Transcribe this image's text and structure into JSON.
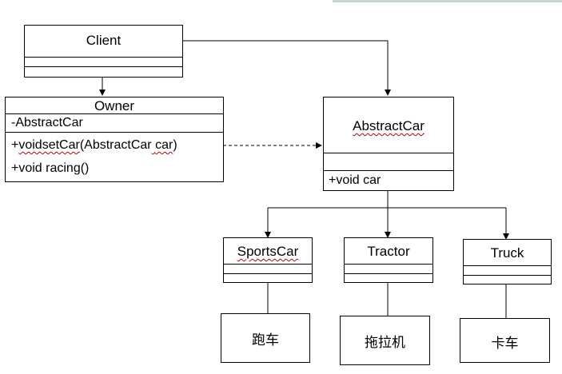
{
  "classes": {
    "client": {
      "name": "Client"
    },
    "owner": {
      "name": "Owner",
      "attribute": "-AbstractCar",
      "method1_prefix": "+",
      "method1_word": "voidsetCar",
      "method1_mid": "(AbstractCar",
      "method1_gap": " ",
      "method1_arg": "car",
      "method1_end": ")",
      "method2": "+void racing()"
    },
    "abstract_car": {
      "name": "AbstractCar",
      "method": "+void car"
    },
    "sports_car": {
      "name": "SportsCar"
    },
    "tractor": {
      "name": "Tractor"
    },
    "truck": {
      "name": "Truck"
    }
  },
  "notes": {
    "sports_car": "跑车",
    "tractor": "拖拉机",
    "truck": "卡车"
  },
  "colors": {
    "line": "#000000",
    "spellcheck": "#c00000",
    "top_strip": "#c9d5d3"
  }
}
